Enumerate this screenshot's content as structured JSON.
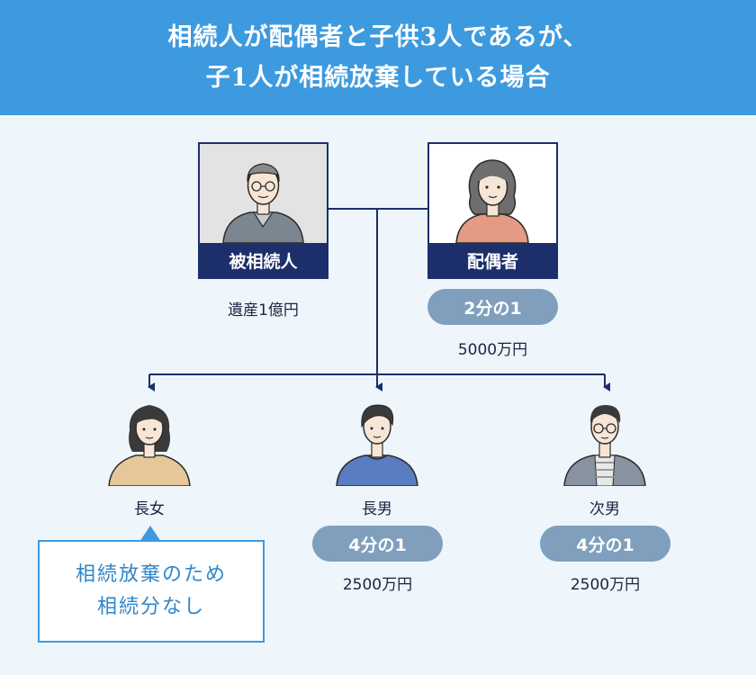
{
  "title": {
    "line1": "相続人が配偶者と子供3人であるが、",
    "line2": "子1人が相続放棄している場合"
  },
  "decedent": {
    "label": "被相続人",
    "estate": "遺産1億円",
    "icon": "elderly-man-icon"
  },
  "spouse": {
    "label": "配偶者",
    "share": "2分の1",
    "amount": "5000万円",
    "icon": "woman-icon"
  },
  "children": [
    {
      "label": "長女",
      "icon": "young-woman-icon"
    },
    {
      "label": "長男",
      "share": "4分の1",
      "amount": "2500万円",
      "icon": "young-man-icon"
    },
    {
      "label": "次男",
      "share": "4分の1",
      "amount": "2500万円",
      "icon": "man-with-glasses-icon"
    }
  ],
  "note": {
    "line1": "相続放棄のため",
    "line2": "相続分なし"
  },
  "colors": {
    "header_bg": "#3d9ade",
    "navy": "#1c2f6b",
    "pill": "#7f9fbd",
    "background": "#eef6fb",
    "note_text": "#2f86c9"
  }
}
